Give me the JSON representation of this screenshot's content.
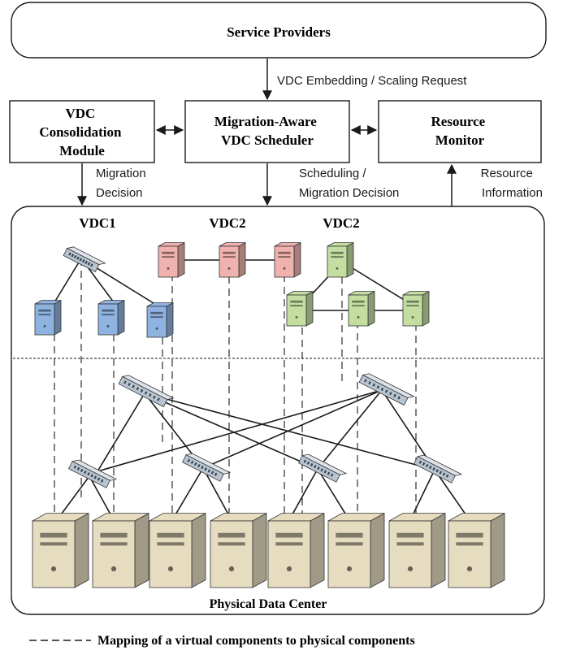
{
  "top_box": {
    "label": "Service Providers"
  },
  "modules": {
    "consolidation": {
      "lines": [
        "VDC",
        "Consolidation",
        "Module"
      ]
    },
    "scheduler": {
      "lines": [
        "Migration-Aware",
        "VDC Scheduler"
      ]
    },
    "monitor": {
      "lines": [
        "Resource",
        "Monitor"
      ]
    }
  },
  "flows": {
    "embedding_request": {
      "lines": [
        "VDC Embedding / Scaling Request"
      ]
    },
    "migration_decision": {
      "lines": [
        "Migration",
        "Decision"
      ]
    },
    "scheduling_decision": {
      "lines": [
        "Scheduling /",
        "Migration Decision"
      ]
    },
    "resource_information": {
      "lines": [
        "Resource",
        "Information"
      ]
    }
  },
  "vdcs": [
    {
      "label": "VDC1",
      "color": "#8fb3e0"
    },
    {
      "label": "VDC2",
      "color": "#f0b2ae"
    },
    {
      "label": "VDC2",
      "color": "#c4dea2"
    }
  ],
  "datacenter": {
    "label": "Physical Data Center"
  },
  "legend": {
    "line_style": "dashed",
    "text": "Mapping of a virtual components to physical components"
  },
  "colors": {
    "outline": "#1a1a1a",
    "vdc1_server": "#8fb3e0",
    "vdc2_server": "#f0b2ae",
    "vdc3_server": "#c4dea2",
    "physical_server": "#e6dcc0",
    "switch": "#b8c4d0"
  },
  "icons": [
    "server-icon",
    "switch-icon"
  ]
}
